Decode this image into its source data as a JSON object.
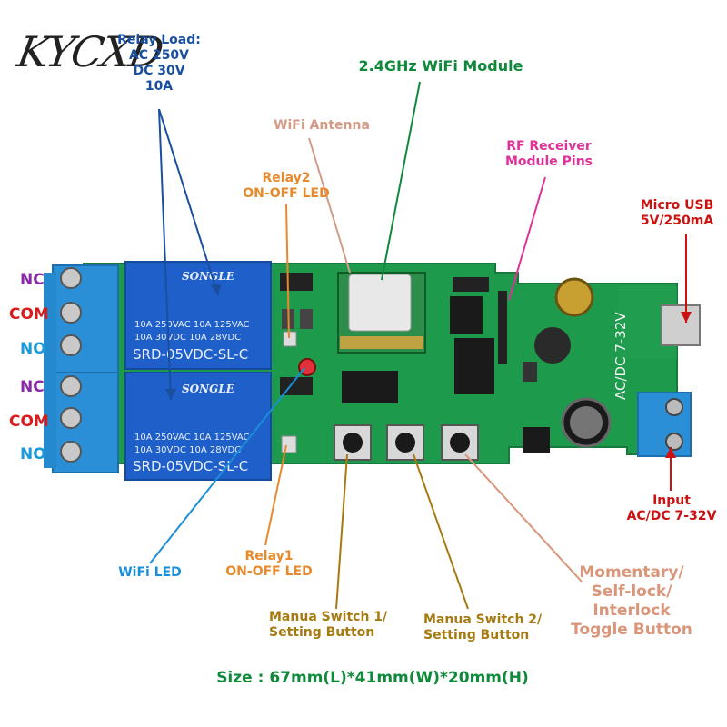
{
  "logo": "KYCXD",
  "labels": {
    "relay_load": [
      "Relay Load:",
      "AC 250V",
      "DC 30V",
      "10A"
    ],
    "wifi_module": "2.4GHz WiFi Module",
    "wifi_antenna": "WiFi Antenna",
    "relay2_led": [
      "Relay2",
      "ON-OFF LED"
    ],
    "rf_receiver": [
      "RF Receiver",
      "Module Pins"
    ],
    "micro_usb": [
      "Micro USB",
      "5V/250mA"
    ],
    "input": [
      "Input",
      "AC/DC 7-32V"
    ],
    "wifi_led": "WiFi LED",
    "relay1_led": [
      "Relay1",
      "ON-OFF LED"
    ],
    "manual_switch1": [
      "Manua Switch 1/",
      "Setting Button"
    ],
    "manual_switch2": [
      "Manua Switch 2/",
      "Setting Button"
    ],
    "toggle_button": [
      "Momentary/",
      "Self-lock/",
      "Interlock",
      "Toggle Button"
    ],
    "size": "Size : 67mm(L)*41mm(W)*20mm(H)"
  },
  "terminals": [
    "NC",
    "COM",
    "NO",
    "NC",
    "COM",
    "NO"
  ],
  "relay_text": {
    "brand": "SONGLE",
    "line1": "10A 250VAC  10A 125VAC",
    "line2": "10A 30VDC  10A 28VDC",
    "model": "SRD-05VDC-SL-C"
  },
  "board_text": {
    "acdc": "AC/DC 7-32V"
  },
  "colors": {
    "board": "#1e9a4c",
    "relay": "#1f5fc9",
    "terminal": "#2a8fd6",
    "wifi_module_label": "#0f8a3a",
    "antenna_label": "#d39b86",
    "relay_led_label": "#e8892b",
    "rf_label": "#e0309a",
    "usb_label": "#cc1111",
    "wifi_led_label": "#1a8fd8",
    "switch_label": "#a57a10",
    "toggle_label": "#d9967a",
    "relay_load_label": "#1a4fa0",
    "nc": "#8a2aa8",
    "com": "#d81c1c",
    "no": "#1a9ad8"
  }
}
